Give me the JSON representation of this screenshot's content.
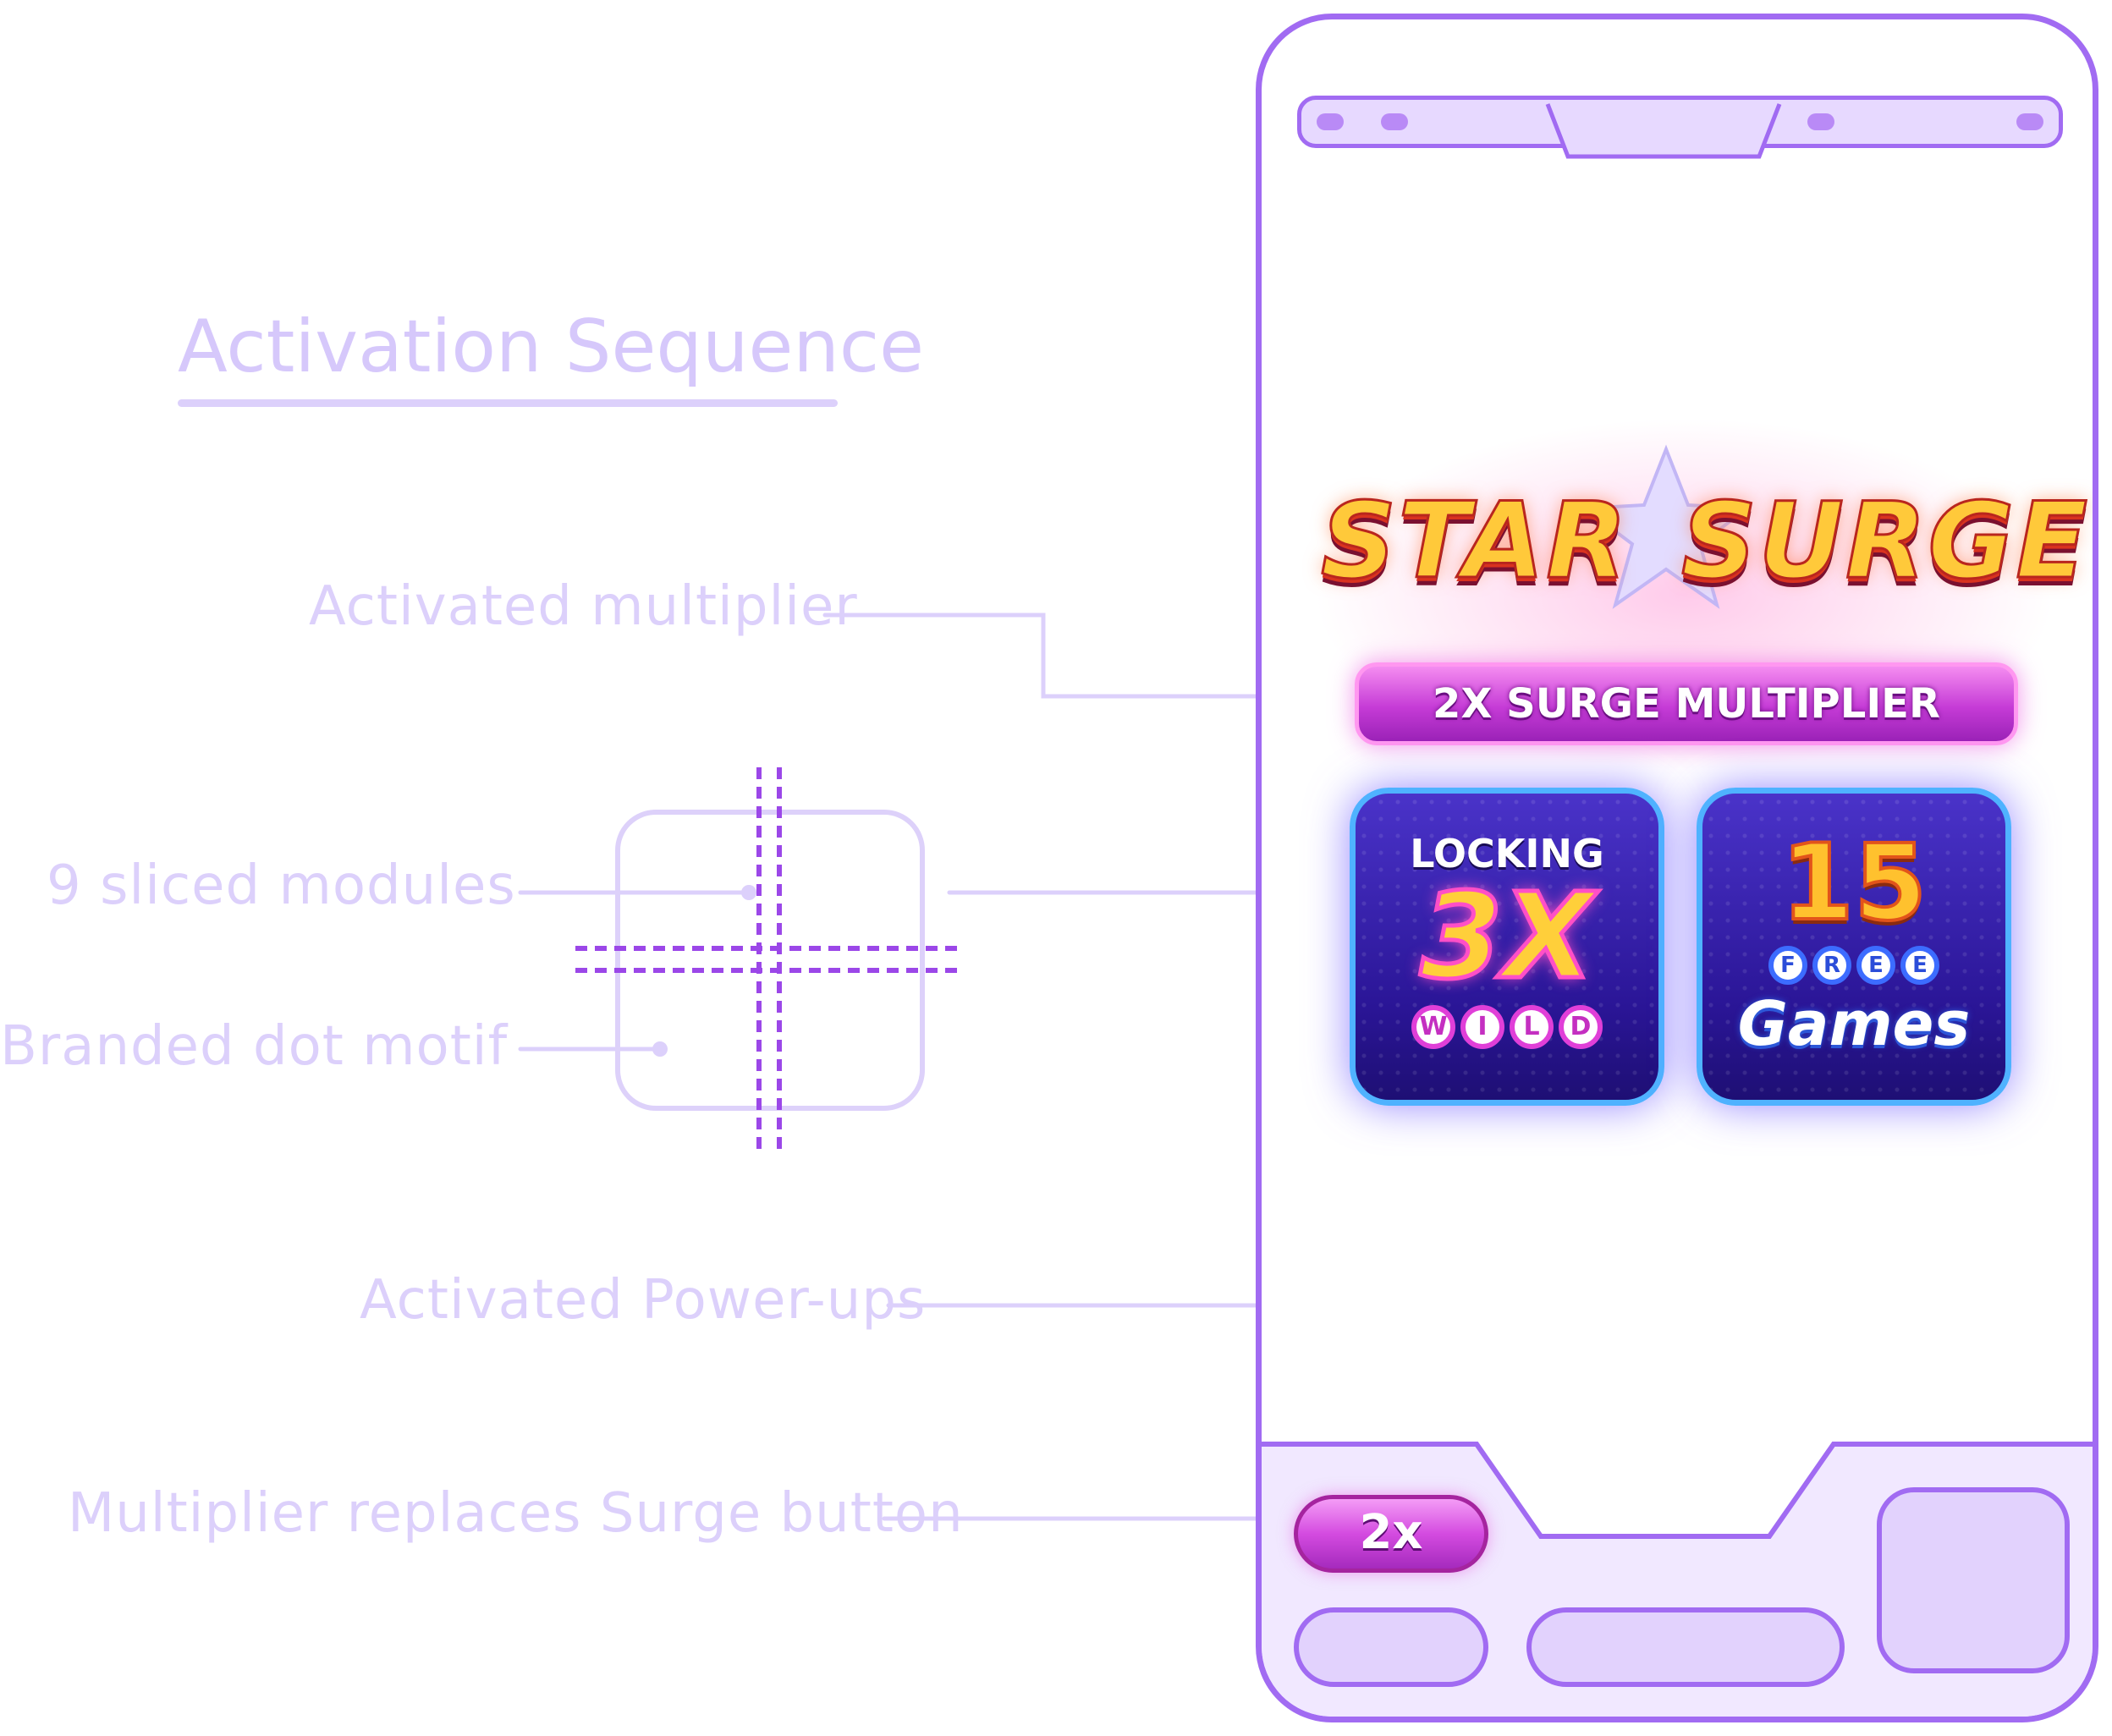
{
  "diagram": {
    "title": "Activation Sequence",
    "labels": {
      "activated_multiplier": "Activated multiplier",
      "nine_sliced": "9 sliced modules",
      "dot_motif": "Branded dot motif",
      "power_ups": "Activated Power-ups",
      "replaces_surge": "Multiplier replaces Surge button"
    }
  },
  "game": {
    "logo_left": "STAR",
    "logo_right": "SURGE",
    "banner": "2X SURGE MULTIPLIER",
    "tile_locking": {
      "top": "LOCKING",
      "big": "3X",
      "bottom_letters": [
        "W",
        "I",
        "L",
        "D"
      ]
    },
    "tile_free": {
      "number": "15",
      "top_letters": [
        "F",
        "R",
        "E",
        "E"
      ],
      "bottom": "Games"
    },
    "multiplier_button": "2x"
  },
  "colors": {
    "frame": "#a16bf2",
    "label": "#dcd0fb",
    "accent_pink": "#d44be0",
    "tile_blue": "#2a1596"
  }
}
